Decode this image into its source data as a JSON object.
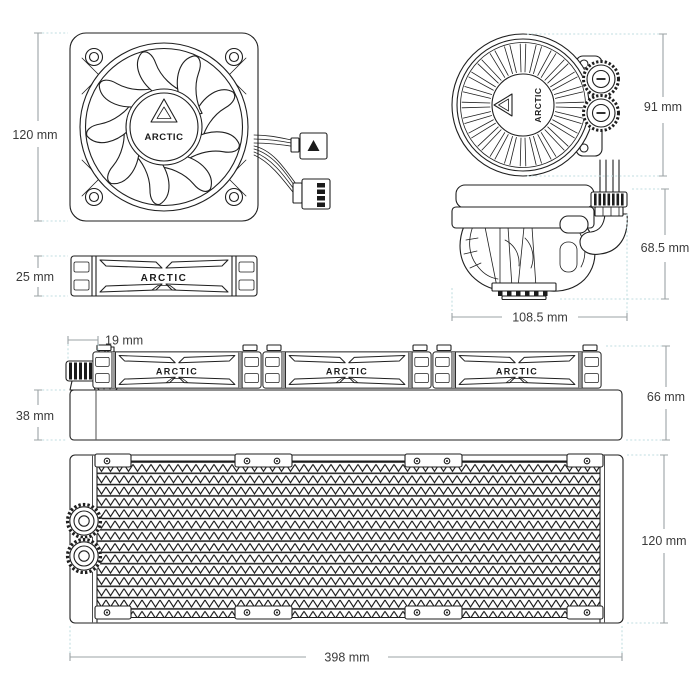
{
  "brand": "ARCTIC",
  "drawing": {
    "fan_front": {
      "width_label": "120 mm"
    },
    "pump_top": {
      "height_label": "91 mm"
    },
    "fan_side": {
      "thickness_label": "25 mm"
    },
    "pump_side": {
      "height_label": "68.5 mm",
      "width_label": "108.5 mm"
    },
    "radiator_side": {
      "fitting_label": "19 mm",
      "total_height_label": "66 mm",
      "core_label": "38 mm"
    },
    "radiator_front": {
      "height_label": "120 mm",
      "length_label": "398 mm"
    }
  },
  "colors": {
    "line": "#1f1f1f",
    "dimension_line": "#9ba3a5",
    "extension_line": "#c2dee1",
    "text": "#3b3b3b",
    "background": "#ffffff"
  }
}
